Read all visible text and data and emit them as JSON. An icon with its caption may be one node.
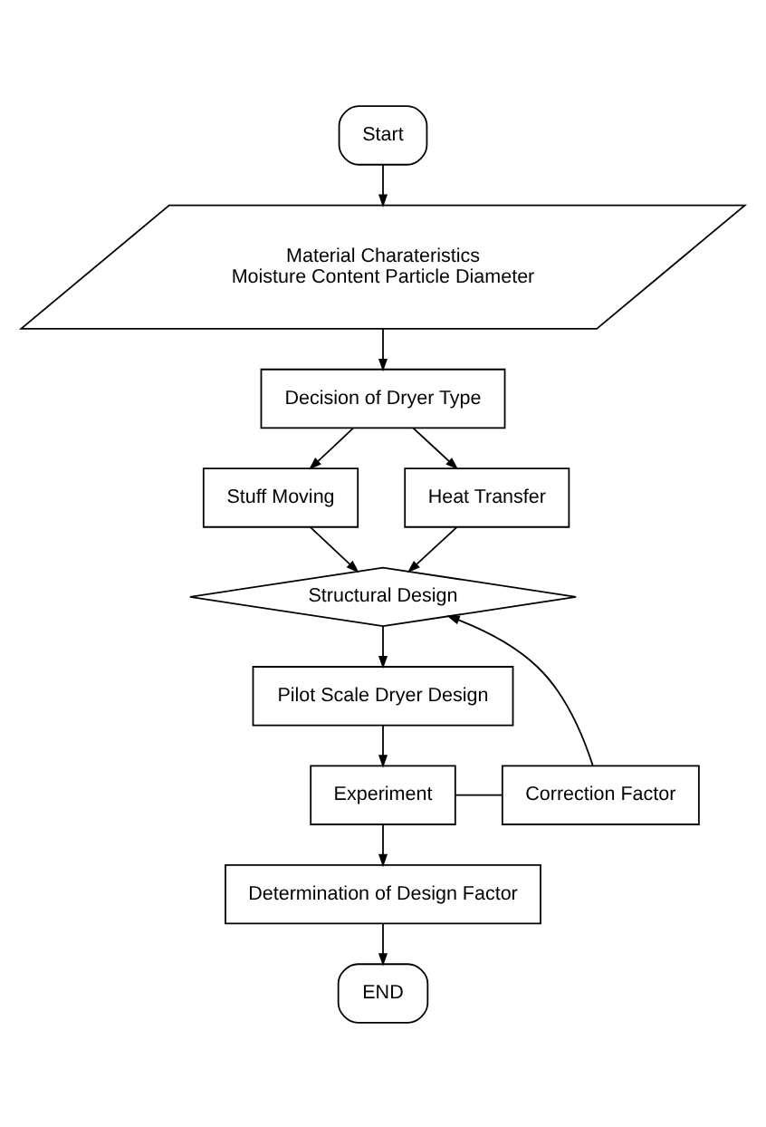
{
  "diagram": {
    "nodes": [
      {
        "text": [
          "Start"
        ]
      },
      {
        "text": [
          "Material Charateristics",
          "Moisture Content Particle Diameter"
        ]
      },
      {
        "text": [
          "Decision of Dryer Type"
        ]
      },
      {
        "text": [
          "Stuff Moving"
        ]
      },
      {
        "text": [
          "Heat Transfer"
        ]
      },
      {
        "text": [
          "Structural Design"
        ]
      },
      {
        "text": [
          "Pilot Scale Dryer Design"
        ]
      },
      {
        "text": [
          "Experiment"
        ]
      },
      {
        "text": [
          "Correction Factor"
        ]
      },
      {
        "text": [
          "Determination of Design Factor"
        ]
      },
      {
        "text": [
          "END"
        ]
      }
    ],
    "edges": [
      {
        "from": 0,
        "to": 1,
        "arrow": "to"
      },
      {
        "from": 1,
        "to": 2,
        "arrow": "to"
      },
      {
        "from": 2,
        "to": 3,
        "arrow": "to"
      },
      {
        "from": 2,
        "to": 4,
        "arrow": "to"
      },
      {
        "from": 3,
        "to": 5,
        "arrow": "to"
      },
      {
        "from": 4,
        "to": 5,
        "arrow": "to"
      },
      {
        "from": 5,
        "to": 6,
        "arrow": "to"
      },
      {
        "from": 6,
        "to": 7,
        "arrow": "to"
      },
      {
        "from": 7,
        "to": 9,
        "arrow": "to"
      },
      {
        "from": 7,
        "to": 8,
        "arrow": "none"
      },
      {
        "from": 8,
        "to": 5,
        "arrow": "to"
      },
      {
        "from": 9,
        "to": 10,
        "arrow": "to"
      }
    ]
  }
}
